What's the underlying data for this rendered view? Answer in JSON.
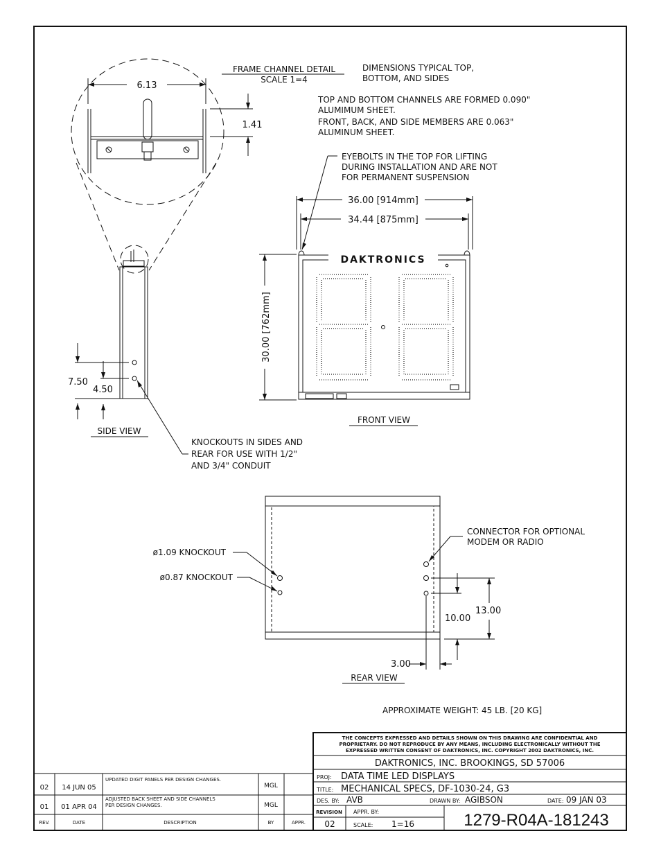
{
  "detail": {
    "title": "FRAME CHANNEL DETAIL",
    "scale": "SCALE 1=4",
    "dim_width": "6.13",
    "dim_height": "1.41"
  },
  "notes": {
    "typical": [
      "DIMENSIONS TYPICAL TOP,",
      "BOTTOM, AND SIDES"
    ],
    "channels": [
      "TOP AND BOTTOM CHANNELS ARE FORMED 0.090\"",
      "ALUMIMUM SHEET.",
      "FRONT, BACK, AND SIDE MEMBERS ARE 0.063\"",
      "ALUMINUM SHEET."
    ],
    "eyebolts": [
      "EYEBOLTS IN THE TOP FOR LIFTING",
      "DURING INSTALLATION AND ARE NOT",
      "FOR PERMANENT SUSPENSION"
    ],
    "knockouts": [
      "KNOCKOUTS IN SIDES AND",
      "REAR FOR USE WITH 1/2\"",
      "AND 3/4\" CONDUIT"
    ],
    "connector": [
      "CONNECTOR FOR OPTIONAL",
      "MODEM OR RADIO"
    ],
    "weight": "APPROXIMATE WEIGHT: 45 LB. [20 KG]"
  },
  "front_view": {
    "label": "FRONT VIEW",
    "brand": "DAKTRONICS",
    "dim_outer": "36.00 [914mm]",
    "dim_inner": "34.44 [875mm]",
    "dim_height": "30.00 [762mm]"
  },
  "side_view": {
    "label": "SIDE VIEW",
    "dim_a": "7.50",
    "dim_b": "4.50"
  },
  "rear_view": {
    "label": "REAR VIEW",
    "knockout_large": "ø1.09 KNOCKOUT",
    "knockout_small": "ø0.87 KNOCKOUT",
    "dim_a": "13.00",
    "dim_b": "10.00",
    "dim_c": "3.00"
  },
  "revisions": {
    "headers": {
      "rev": "REV.",
      "date": "DATE",
      "desc": "DESCRIPTION",
      "by": "BY",
      "appr": "APPR."
    },
    "rows": [
      {
        "rev": "02",
        "date": "14 JUN 05",
        "desc": "UPDATED DIGIT PANELS PER DESIGN CHANGES.",
        "by": "MGL"
      },
      {
        "rev": "01",
        "date": "01 APR 04",
        "desc1": "ADJUSTED BACK SHEET AND SIDE CHANNELS",
        "desc2": "PER DESIGN CHANGES.",
        "by": "MGL"
      }
    ]
  },
  "title_block": {
    "confidential": [
      "THE CONCEPTS EXPRESSED AND DETAILS SHOWN ON THIS DRAWING ARE CONFIDENTIAL AND",
      "PROPRIETARY. DO NOT REPRODUCE BY ANY MEANS, INCLUDING ELECTRONICALLY WITHOUT THE",
      "EXPRESSED WRITTEN CONSENT OF DAKTRONICS, INC.          COPYRIGHT 2002 DAKTRONICS, INC."
    ],
    "company": "DAKTRONICS, INC.    BROOKINGS, SD  57006",
    "proj_label": "PROJ:",
    "proj": "DATA TIME LED DISPLAYS",
    "title_label": "TITLE:",
    "title": "MECHANICAL SPECS, DF-1030-24, G3",
    "des_label": "DES. BY:",
    "des": "AVB",
    "drawn_label": "DRAWN BY:",
    "drawn": "AGIBSON",
    "date_label": "DATE:",
    "date": "09 JAN 03",
    "revision_label": "REVISION",
    "revision": "02",
    "appr_label": "APPR. BY:",
    "scale_label": "SCALE:",
    "scale": "1=16",
    "drawing_number": "1279-R04A-181243"
  }
}
